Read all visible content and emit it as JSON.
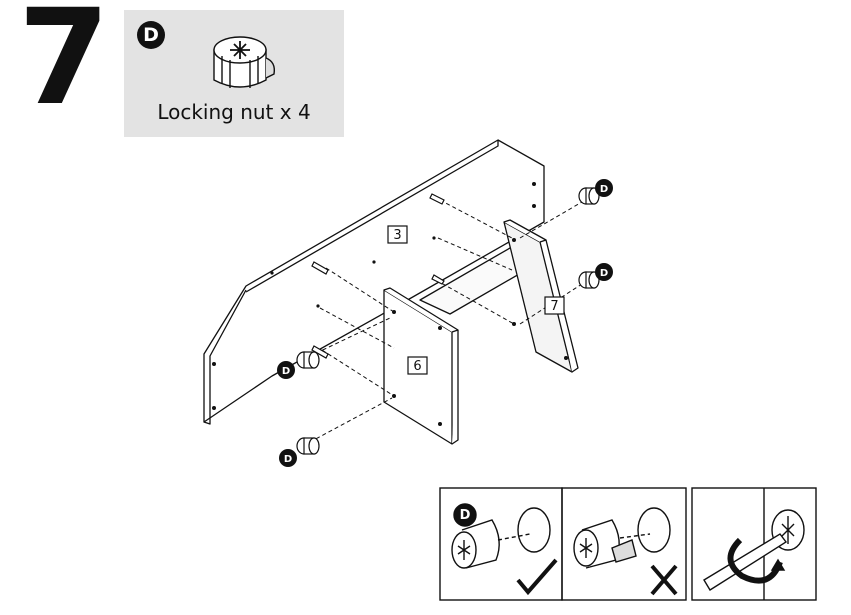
{
  "step": {
    "number": "7"
  },
  "part": {
    "letter": "D",
    "caption": "Locking nut x 4"
  },
  "panels": {
    "back": "3",
    "side_left": "6",
    "side_right": "7"
  },
  "callout_letter": "D",
  "icons": {
    "locking_nut": "locking-nut-icon",
    "screwdriver": "screwdriver-icon",
    "check": "check-mark-icon",
    "cross": "cross-mark-icon"
  }
}
